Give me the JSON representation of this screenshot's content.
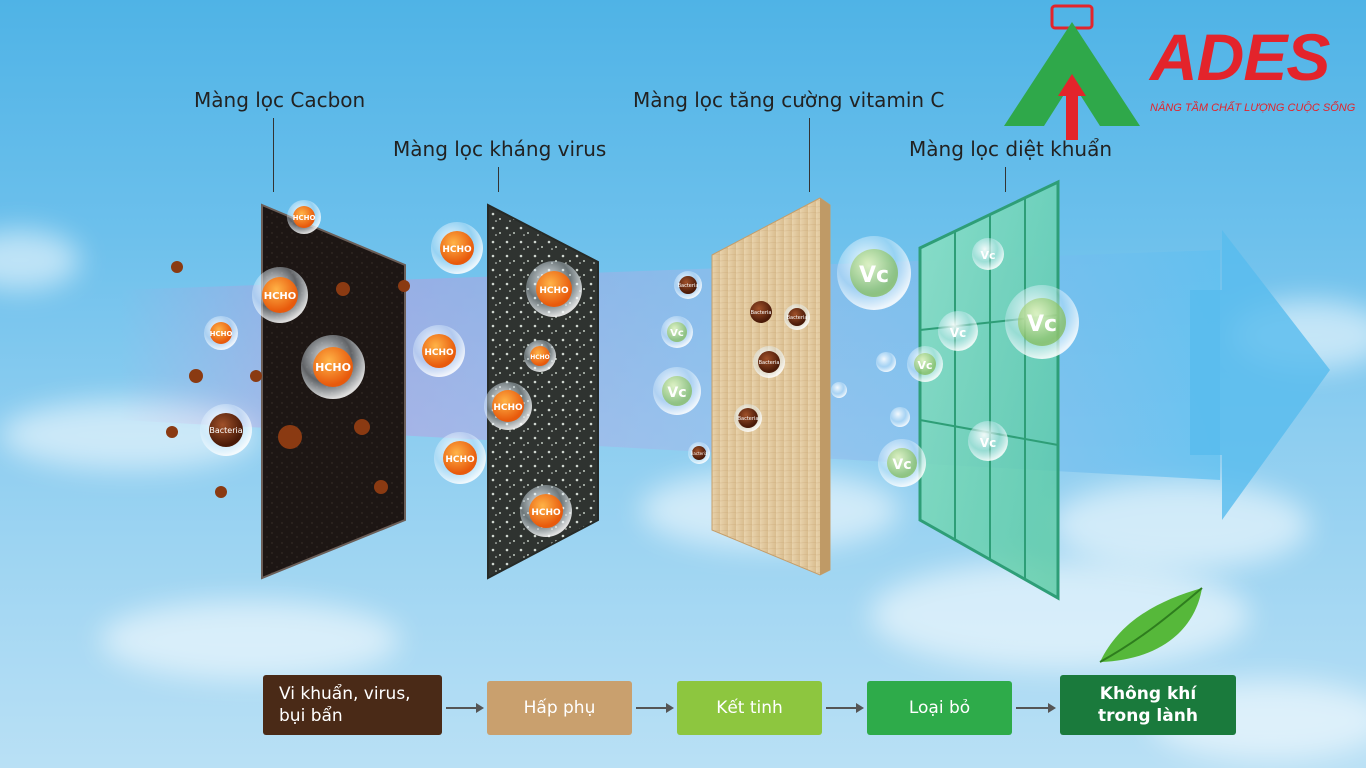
{
  "labels": {
    "carbon": "Màng lọc Cacbon",
    "antivirus": "Màng lọc kháng virus",
    "vitamin_c": "Màng lọc tăng cường vitamin C",
    "antibacterial": "Màng lọc diệt khuẩn"
  },
  "logo": {
    "name": "ADES",
    "tagline": "NÂNG TẦM CHẤT LƯỢNG CUỘC SỐNG"
  },
  "particles": {
    "hcho": "HCHO",
    "bacteria": "Bacteria",
    "vc": "Vc"
  },
  "process": {
    "step1": "Vi khuẩn, virus, bụi bẩn",
    "step2": "Hấp phụ",
    "step3": "Kết tinh",
    "step4": "Loại bỏ",
    "step5": "Không khí trong lành"
  },
  "colors": {
    "step1": "#4a2a17",
    "step2": "#c9a06e",
    "step3": "#8dc63f",
    "step4": "#2eab4a",
    "step5": "#1a7a3c",
    "brand": "#e3242b"
  }
}
